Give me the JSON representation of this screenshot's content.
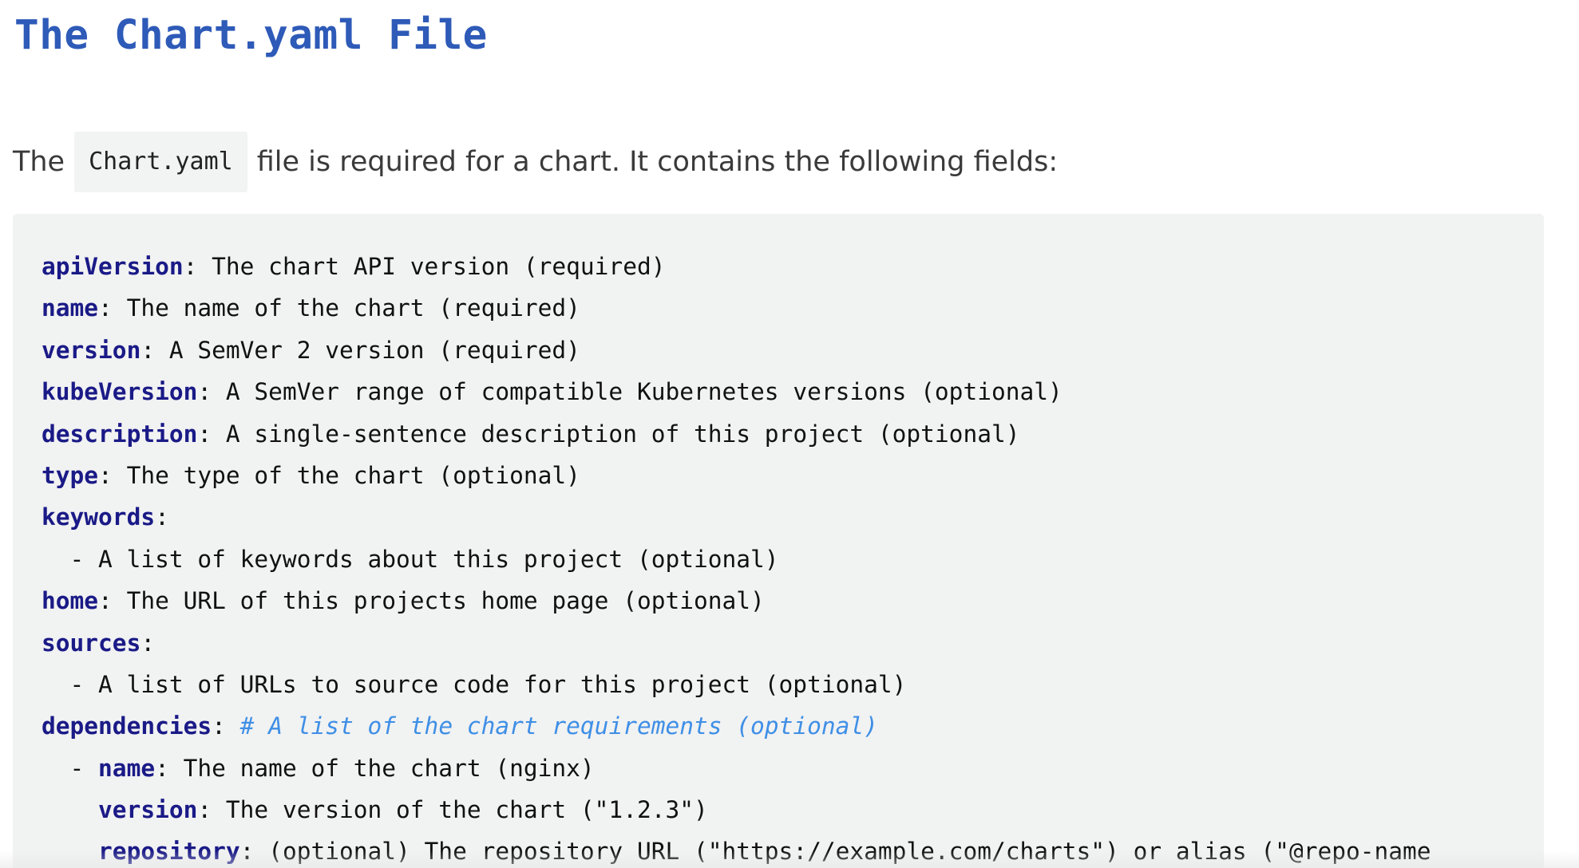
{
  "heading": "The Chart.yaml File",
  "intro": {
    "before": "The",
    "code": "Chart.yaml",
    "after": "file is required for a chart. It contains the following fields:"
  },
  "code_lines": [
    {
      "indent": "",
      "key": "apiVersion",
      "sep": ":",
      "value": " The chart API version (required)",
      "comment": ""
    },
    {
      "indent": "",
      "key": "name",
      "sep": ":",
      "value": " The name of the chart (required)",
      "comment": ""
    },
    {
      "indent": "",
      "key": "version",
      "sep": ":",
      "value": " A SemVer 2 version (required)",
      "comment": ""
    },
    {
      "indent": "",
      "key": "kubeVersion",
      "sep": ":",
      "value": " A SemVer range of compatible Kubernetes versions (optional)",
      "comment": ""
    },
    {
      "indent": "",
      "key": "description",
      "sep": ":",
      "value": " A single-sentence description of this project (optional)",
      "comment": ""
    },
    {
      "indent": "",
      "key": "type",
      "sep": ":",
      "value": " The type of the chart (optional)",
      "comment": ""
    },
    {
      "indent": "",
      "key": "keywords",
      "sep": ":",
      "value": "",
      "comment": ""
    },
    {
      "indent": "  - ",
      "key": "",
      "sep": "",
      "value": "A list of keywords about this project (optional)",
      "comment": ""
    },
    {
      "indent": "",
      "key": "home",
      "sep": ":",
      "value": " The URL of this projects home page (optional)",
      "comment": ""
    },
    {
      "indent": "",
      "key": "sources",
      "sep": ":",
      "value": "",
      "comment": ""
    },
    {
      "indent": "  - ",
      "key": "",
      "sep": "",
      "value": "A list of URLs to source code for this project (optional)",
      "comment": ""
    },
    {
      "indent": "",
      "key": "dependencies",
      "sep": ":",
      "value": " ",
      "comment": "# A list of the chart requirements (optional)"
    },
    {
      "indent": "  - ",
      "key": "name",
      "sep": ":",
      "value": " The name of the chart (nginx)",
      "comment": ""
    },
    {
      "indent": "    ",
      "key": "version",
      "sep": ":",
      "value": " The version of the chart (\"1.2.3\")",
      "comment": ""
    },
    {
      "indent": "    ",
      "key": "repository",
      "sep": ":",
      "value": " (optional) The repository URL (\"https://example.com/charts\") or alias (\"@repo-name",
      "comment": ""
    }
  ]
}
